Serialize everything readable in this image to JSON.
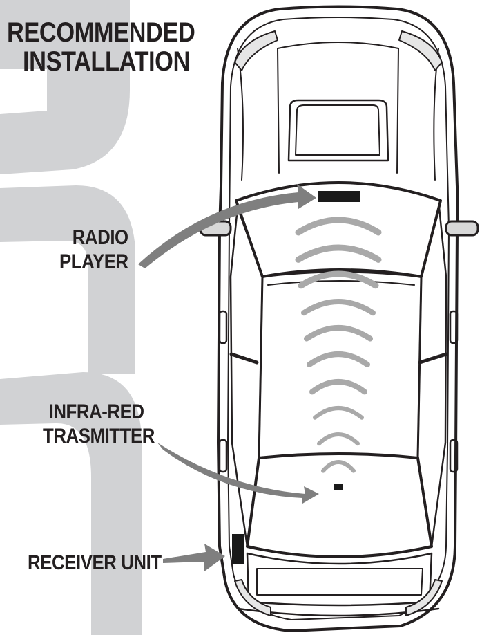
{
  "title": {
    "line1": "RECOMMENDED",
    "line2": "INSTALLATION"
  },
  "labels": {
    "radio_player": {
      "line1": "RADIO",
      "line2": "PLAYER"
    },
    "infrared_transmitter": {
      "line1": "INFRA-RED",
      "line2": "TRASMITTER"
    },
    "receiver_unit": "RECEIVER UNIT"
  },
  "colors": {
    "ink": "#231f20",
    "arrow": "#7f7f7f",
    "signal_waves": "#a9a9a9",
    "background_glyphs": "#d1d2d4",
    "device": "#1a1a1a"
  }
}
